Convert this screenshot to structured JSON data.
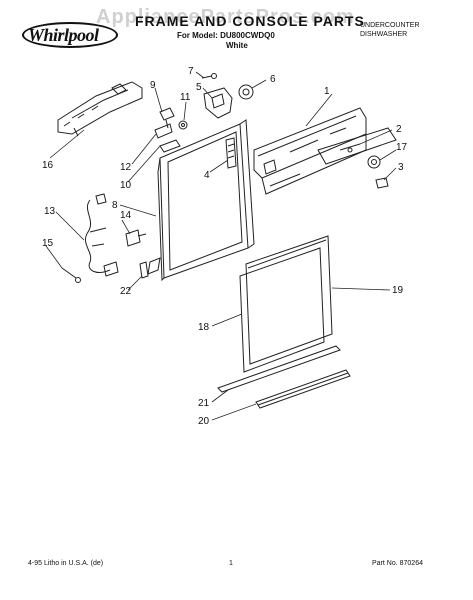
{
  "header": {
    "brand": "Whirlpool",
    "watermark": "AppliancePartsPros.com",
    "title": "FRAME AND CONSOLE PARTS",
    "model_line": "For Model: DU800CWDQ0",
    "color": "White",
    "product_line1": "UNDERCOUNTER",
    "product_line2": "DISHWASHER"
  },
  "callouts": {
    "c1": "1",
    "c2": "2",
    "c3": "3",
    "c4": "4",
    "c5": "5",
    "c6": "6",
    "c7": "7",
    "c8": "8",
    "c9": "9",
    "c10": "10",
    "c11": "11",
    "c12": "12",
    "c13": "13",
    "c14": "14",
    "c15": "15",
    "c16": "16",
    "c17": "17",
    "c18": "18",
    "c19": "19",
    "c20": "20",
    "c21": "21",
    "c22": "22"
  },
  "footer": {
    "left": "4-95 Litho in U.S.A. (de)",
    "page": "1",
    "part_no": "Part No. 870264"
  }
}
